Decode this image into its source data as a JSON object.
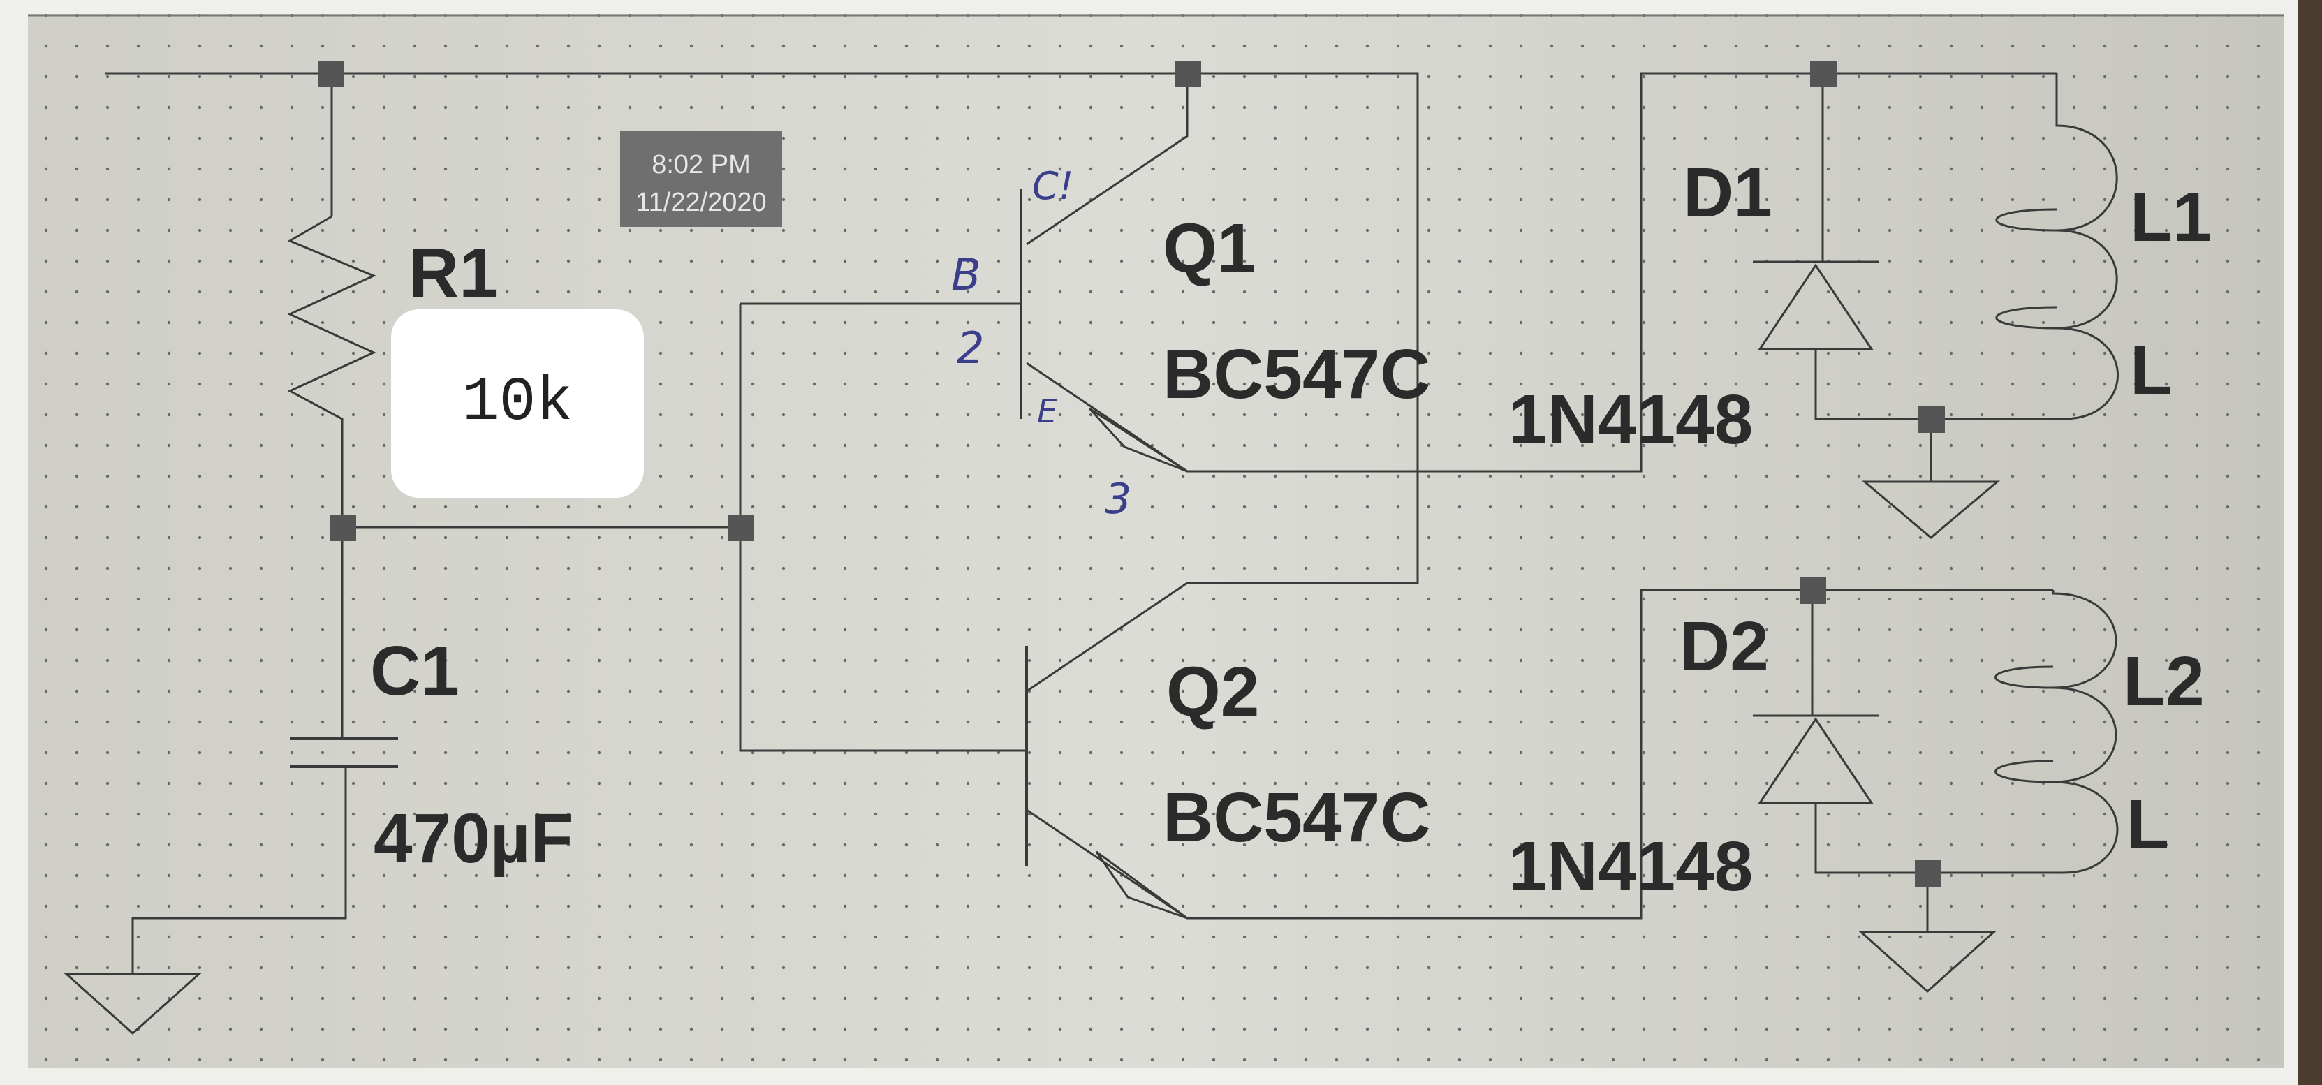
{
  "timestamp": {
    "time": "8:02 PM",
    "date": "11/22/2020"
  },
  "annotation": {
    "text": "10k"
  },
  "components": {
    "r1": {
      "name": "R1"
    },
    "c1": {
      "name": "C1",
      "value": "470µF"
    },
    "q1": {
      "name": "Q1",
      "value": "BC547C"
    },
    "q2": {
      "name": "Q2",
      "value": "BC547C"
    },
    "d1": {
      "name": "D1",
      "value": "1N4148"
    },
    "d2": {
      "name": "D2",
      "value": "1N4148"
    },
    "l1": {
      "name": "L1",
      "value": "L"
    },
    "l2": {
      "name": "L2",
      "value": "L"
    }
  },
  "handwritten": {
    "c": "C!",
    "b": "B",
    "n2": "2",
    "e": "E",
    "n3": "3"
  },
  "colors": {
    "paper": "#d8d8d2",
    "grid_dot": "#6a6a6a",
    "ink": "#3a3a3a",
    "pen": "#3b3f8a",
    "timestamp_bg": "#6f6f6f"
  }
}
